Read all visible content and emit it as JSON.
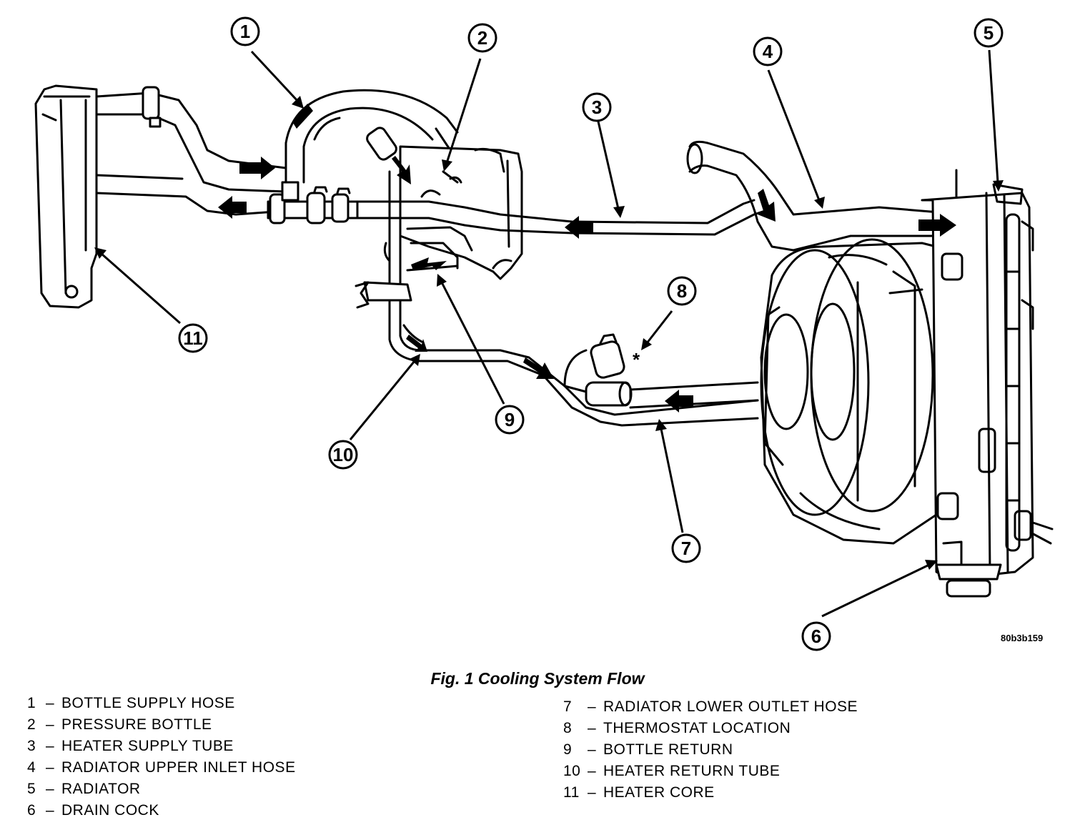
{
  "figure": {
    "caption": "Fig. 1 Cooling System Flow",
    "id": "80b3b159"
  },
  "callouts": [
    "1",
    "2",
    "3",
    "4",
    "5",
    "6",
    "7",
    "8",
    "9",
    "10",
    "11"
  ],
  "thermostat_marker": "*",
  "legend_left": [
    {
      "num": "1",
      "sep": "–",
      "label": "BOTTLE SUPPLY HOSE"
    },
    {
      "num": "2",
      "sep": "–",
      "label": "PRESSURE BOTTLE"
    },
    {
      "num": "3",
      "sep": "–",
      "label": "HEATER SUPPLY TUBE"
    },
    {
      "num": "4",
      "sep": "–",
      "label": "RADIATOR UPPER INLET HOSE"
    },
    {
      "num": "5",
      "sep": "–",
      "label": "RADIATOR"
    },
    {
      "num": "6",
      "sep": "–",
      "label": "DRAIN COCK"
    }
  ],
  "legend_right": [
    {
      "num": "7",
      "sep": "–",
      "label": "RADIATOR LOWER OUTLET HOSE"
    },
    {
      "num": "8",
      "sep": "–",
      "label": "THERMOSTAT LOCATION"
    },
    {
      "num": "9",
      "sep": "–",
      "label": "BOTTLE RETURN"
    },
    {
      "num": "10",
      "sep": "–",
      "label": "HEATER RETURN TUBE"
    },
    {
      "num": "11",
      "sep": "–",
      "label": "HEATER CORE"
    }
  ]
}
